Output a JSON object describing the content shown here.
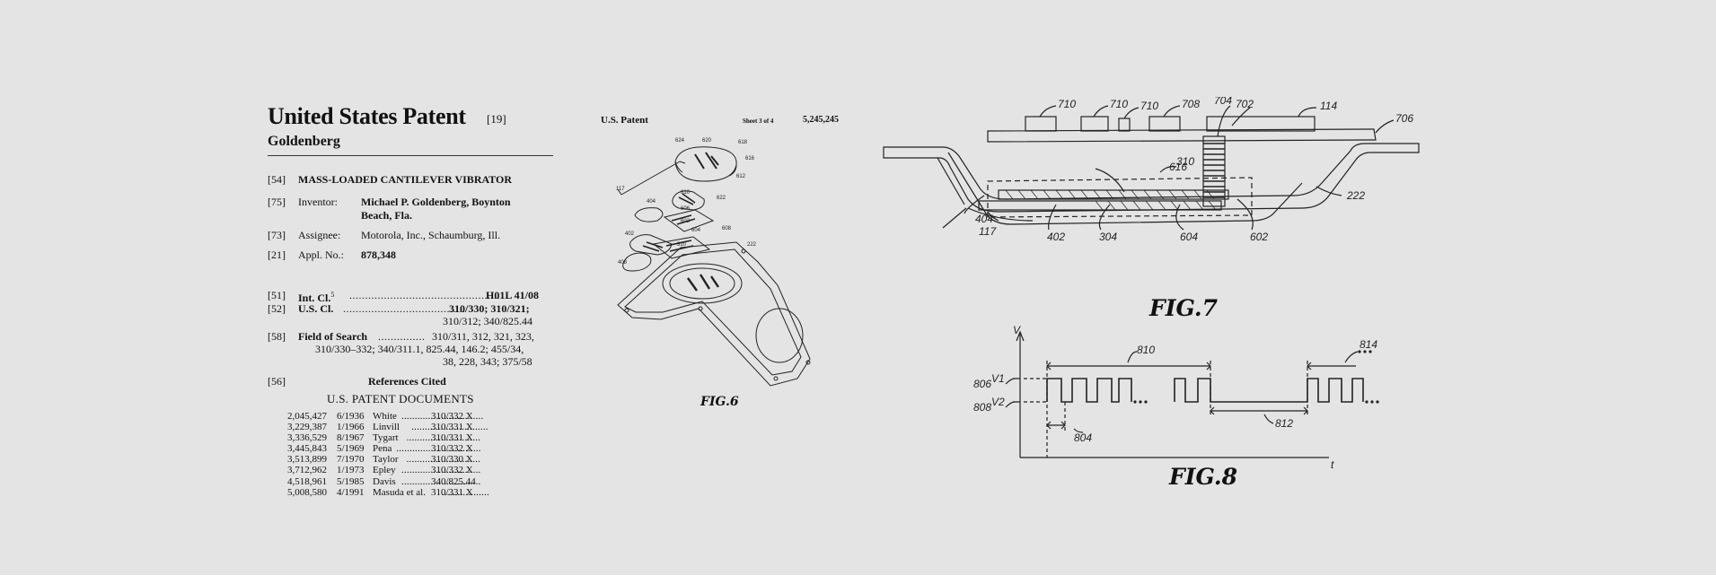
{
  "front_page": {
    "title": "United States Patent",
    "title_ref": "[19]",
    "inventor_heading": "Goldenberg",
    "fields": [
      {
        "code": "[54]",
        "label": "MASS-LOADED CANTILEVER VIBRATOR",
        "value_lines": []
      },
      {
        "code": "[75]",
        "label": "Inventor:",
        "value_lines": [
          "Michael P. Goldenberg, Boynton",
          "Beach, Fla."
        ]
      },
      {
        "code": "[73]",
        "label": "Assignee:",
        "value_lines": [
          "Motorola, Inc., Schaumburg, Ill."
        ]
      },
      {
        "code": "[21]",
        "label": "Appl. No.:",
        "value_lines": [
          "878,348"
        ]
      }
    ],
    "classification": [
      {
        "code": "[51]",
        "label": "Int. Cl.",
        "sup": "5",
        "dots": "................................................",
        "value": "H01L 41/08",
        "extra": []
      },
      {
        "code": "[52]",
        "label": "U.S. Cl.",
        "sup": "",
        "dots": ".......................................",
        "value": "310/330; 310/321;",
        "extra": [
          "310/312; 340/825.44"
        ]
      },
      {
        "code": "[58]",
        "label": "Field of Search",
        "sup": "",
        "dots": "...............",
        "value": "310/311, 312, 321, 323,",
        "extra": [
          "310/330–332; 340/311.1, 825.44, 146.2; 455/34,",
          "38, 228, 343; 375/58"
        ]
      }
    ],
    "references": {
      "code": "[56]",
      "heading": "References Cited",
      "subheading": "U.S. PATENT DOCUMENTS",
      "rows": [
        {
          "number": "2,045,427",
          "date": "6/1936",
          "name": "White",
          "dots": "...............................",
          "class": "310/332 X"
        },
        {
          "number": "3,229,387",
          "date": "1/1966",
          "name": "Linvill",
          "dots": ".............................",
          "class": "310/331 X"
        },
        {
          "number": "3,336,529",
          "date": "8/1967",
          "name": "Tygart",
          "dots": "............................",
          "class": "310/331 X"
        },
        {
          "number": "3,445,843",
          "date": "5/1969",
          "name": "Pena",
          "dots": "................................",
          "class": "310/332 X"
        },
        {
          "number": "3,513,899",
          "date": "7/1970",
          "name": "Taylor",
          "dots": "............................",
          "class": "310/330 X"
        },
        {
          "number": "3,712,962",
          "date": "1/1973",
          "name": "Epley",
          "dots": "..............................",
          "class": "310/332 X"
        },
        {
          "number": "4,518,961",
          "date": "5/1985",
          "name": "Davis",
          "dots": "..............................",
          "class": "340/825.44"
        },
        {
          "number": "5,008,580",
          "date": "4/1991",
          "name": "Masuda et al.",
          "dots": "..................",
          "class": "310/331 X"
        }
      ]
    }
  },
  "sheet_page": {
    "left_header": "U.S. Patent",
    "sheet_label": "Sheet 3 of 4",
    "patent_number": "5,245,245",
    "figure_caption": "FIG.6",
    "refs": [
      "117",
      "624",
      "620",
      "618",
      "616",
      "612",
      "404",
      "610",
      "622",
      "606",
      "402",
      "602",
      "604",
      "608",
      "310",
      "408",
      "222"
    ]
  },
  "fig7": {
    "caption": "FIG.7",
    "refs": [
      "710",
      "710",
      "710",
      "708",
      "704",
      "702",
      "114",
      "706",
      "616",
      "310",
      "404",
      "117",
      "402",
      "304",
      "604",
      "602",
      "222"
    ]
  },
  "fig8": {
    "caption": "FIG.8",
    "axis_y": "V",
    "axis_x": "t",
    "levels": [
      "V1",
      "V2"
    ],
    "refs": [
      "806",
      "808",
      "810",
      "804",
      "812",
      "814"
    ]
  },
  "colors": {
    "background": "#e4e4e4",
    "ink": "#111111"
  }
}
